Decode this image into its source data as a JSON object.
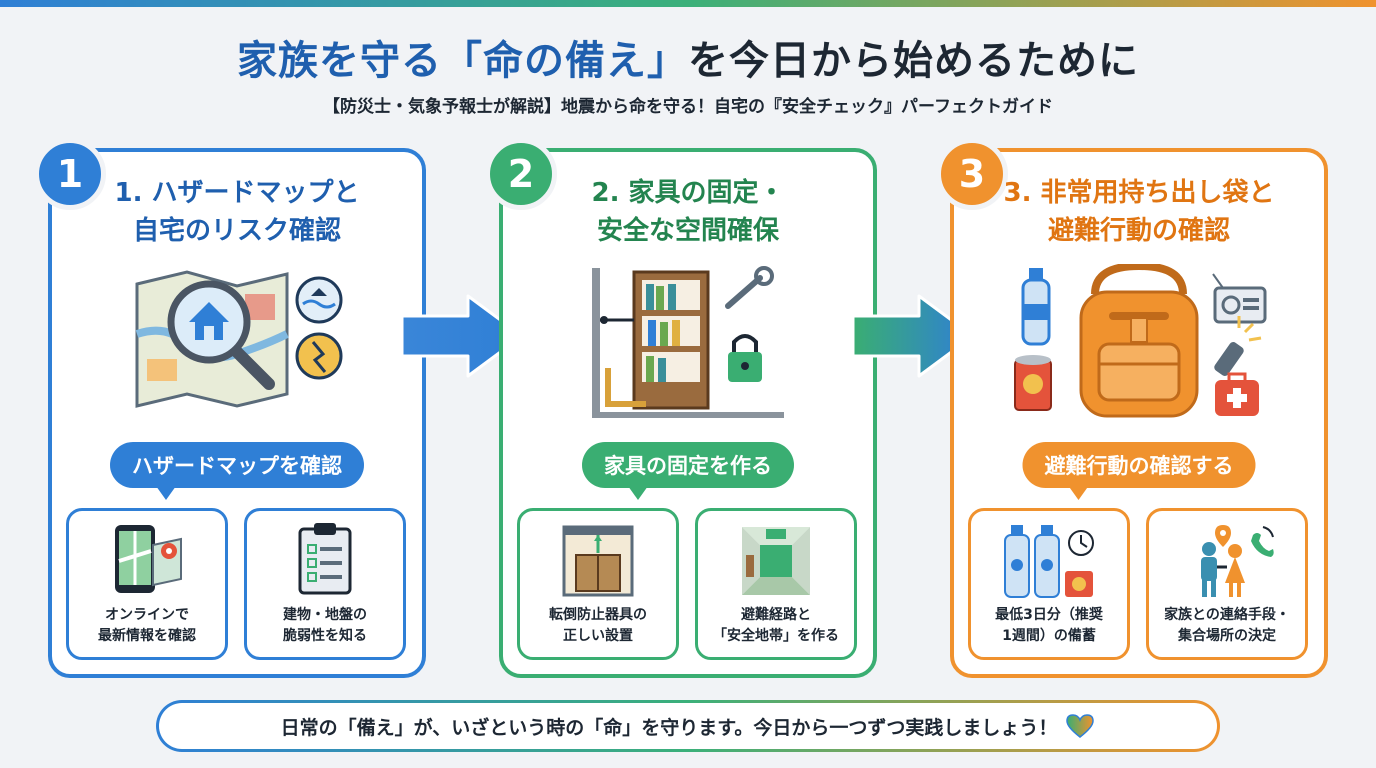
{
  "header": {
    "title_part1": "家族を守る「命の備え」",
    "title_part2": "を今日から始めるために",
    "subtitle": "【防災士・気象予報士が解説】地震から命を守る！自宅の『安全チェック』パーフェクトガイド"
  },
  "colors": {
    "blue": "#2f7fd6",
    "green": "#3aae72",
    "orange": "#f0922e"
  },
  "steps": [
    {
      "number": "1",
      "title_line1": "1. ハザードマップと",
      "title_line2": "自宅のリスク確認",
      "action": "ハザードマップを確認",
      "icon": "magnifier-map-icon",
      "cards": [
        {
          "text": "オンラインで\n最新情報を確認",
          "icon": "smartphone-map-icon"
        },
        {
          "text": "建物・地盤の\n脆弱性を知る",
          "icon": "clipboard-checklist-icon"
        }
      ]
    },
    {
      "number": "2",
      "title_line1": "2. 家具の固定・",
      "title_line2": "安全な空間確保",
      "action": "家具の固定を作る",
      "icon": "bookshelf-anchor-icon",
      "cards": [
        {
          "text": "転倒防止器具の\n正しい設置",
          "icon": "cabinet-brace-icon"
        },
        {
          "text": "避難経路と\n「安全地帯」を作る",
          "icon": "exit-corridor-icon"
        }
      ]
    },
    {
      "number": "3",
      "title_line1": "3. 非常用持ち出し袋と",
      "title_line2": "避難行動の確認",
      "action": "避難行動の確認する",
      "icon": "emergency-backpack-icon",
      "cards": [
        {
          "text": "最低3日分（推奨\n1週間）の備蓄",
          "icon": "water-bottles-icon"
        },
        {
          "text": "家族との連絡手段・\n集合場所の決定",
          "icon": "family-location-icon"
        }
      ]
    }
  ],
  "footer": {
    "text": "日常の「備え」が、いざという時の「命」を守ります。今日から一つずつ実践しましょう！",
    "icon": "heart-icon"
  }
}
